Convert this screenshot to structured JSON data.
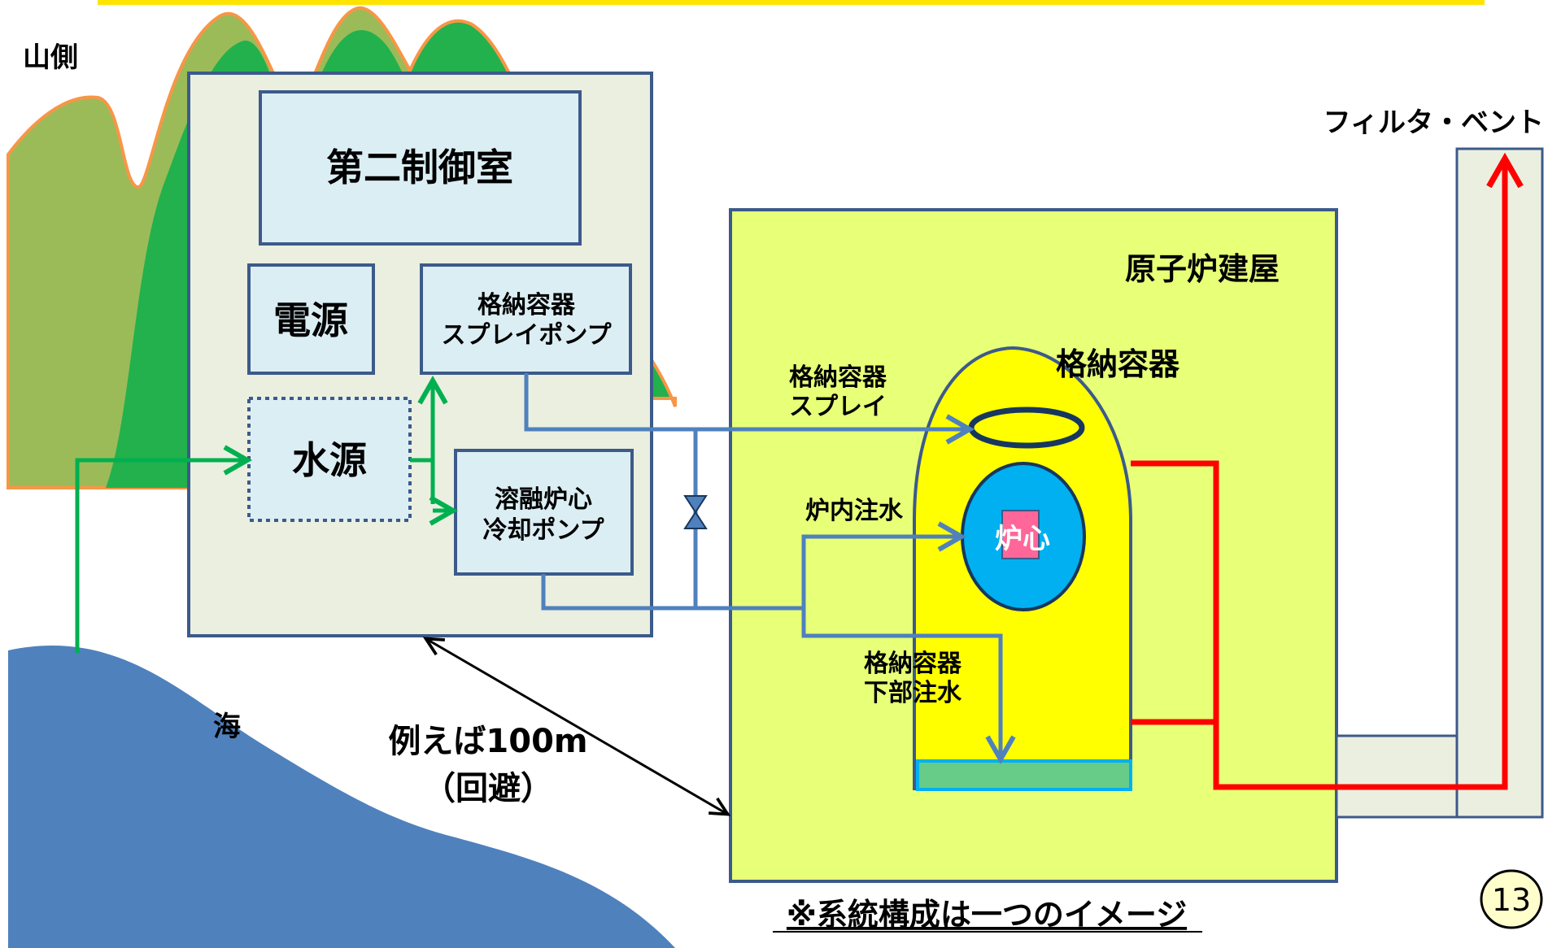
{
  "labels": {
    "mountain_side": "山側",
    "filter_vent": "フィルタ・ベント",
    "second_control_room": "第二制御室",
    "power_source": "電源",
    "spray_pump_line1": "格納容器",
    "spray_pump_line2": "スプレイポンプ",
    "water_source": "水源",
    "core_cooling_pump_line1": "溶融炉心",
    "core_cooling_pump_line2": "冷却ポンプ",
    "reactor_building": "原子炉建屋",
    "containment_vessel": "格納容器",
    "containment_spray_line1": "格納容器",
    "containment_spray_line2": "スプレイ",
    "reactor_injection": "炉内注水",
    "core": "炉心",
    "lower_injection_line1": "格納容器",
    "lower_injection_line2": "下部注水",
    "sea": "海",
    "distance_line1": "例えば100m",
    "distance_line2": "（回避）",
    "footnote": "※系統構成は一つのイメージ",
    "page_number": "13"
  },
  "colors": {
    "yellow_band": "#ffe400",
    "mountain_light": "#9bbb59",
    "mountain_dark": "#22b14c",
    "mountain_edge": "#f79646",
    "building_fill": "#ebefe0",
    "building_stroke": "#3c5a8a",
    "box_fill": "#dbeef4",
    "reactor_building_fill": "#e8ff78",
    "containment_fill": "#ffff00",
    "core_circle": "#00b0f0",
    "core_rect": "#ff6699",
    "sea": "#4f81bd",
    "pipe_blue": "#4f81bd",
    "pipe_green": "#00b050",
    "pipe_red": "#ff0000",
    "basin": "#66cc88"
  }
}
